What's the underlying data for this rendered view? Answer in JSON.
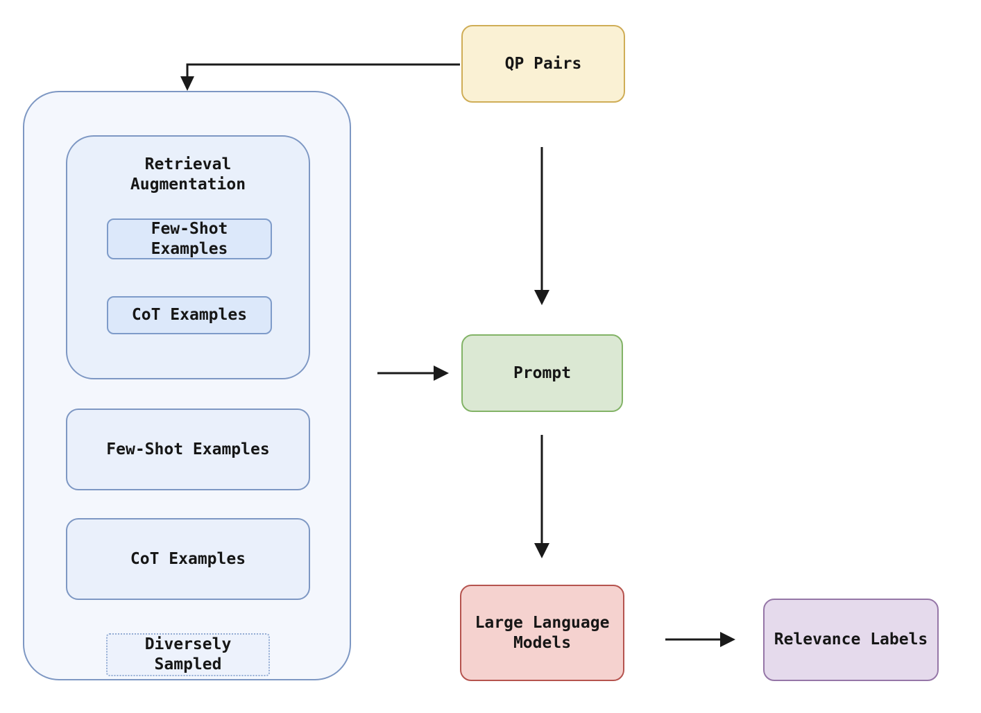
{
  "diagram": {
    "title": "LLM relevance labeling pipeline",
    "nodes": {
      "qp_pairs": {
        "label": "QP Pairs"
      },
      "retrieval_augmentation": {
        "label": "Retrieval\nAugmentation"
      },
      "few_shot_inner": {
        "label": "Few-Shot\nExamples"
      },
      "cot_inner": {
        "label": "CoT Examples"
      },
      "few_shot": {
        "label": "Few-Shot Examples"
      },
      "cot": {
        "label": "CoT Examples"
      },
      "diversely_sampled": {
        "label": "Diversely\nSampled"
      },
      "prompt": {
        "label": "Prompt"
      },
      "llm": {
        "label": "Large Language\nModels"
      },
      "relevance_labels": {
        "label": "Relevance Labels"
      }
    },
    "edges": [
      {
        "from": "QP Pairs",
        "to": "Retrieval Augmentation container"
      },
      {
        "from": "QP Pairs",
        "to": "Prompt"
      },
      {
        "from": "Retrieval Augmentation container",
        "to": "Prompt"
      },
      {
        "from": "Prompt",
        "to": "Large Language Models"
      },
      {
        "from": "Large Language Models",
        "to": "Relevance Labels"
      }
    ],
    "colors": {
      "yellow_fill": "#FAF1D4",
      "yellow_border": "#CFAD56",
      "green_fill": "#DBE8D3",
      "green_border": "#82B366",
      "red_fill": "#F5D2CF",
      "red_border": "#B5534E",
      "purple_fill": "#E5DAEC",
      "purple_border": "#9576A7",
      "blue_container_fill": "#F4F7FD",
      "blue_group_fill": "#E9F0FB",
      "blue_inner_fill": "#DCE8FA",
      "blue_border": "#7D97C3",
      "arrow": "#1a1a1a",
      "text": "#161616",
      "background": "#ffffff"
    }
  }
}
